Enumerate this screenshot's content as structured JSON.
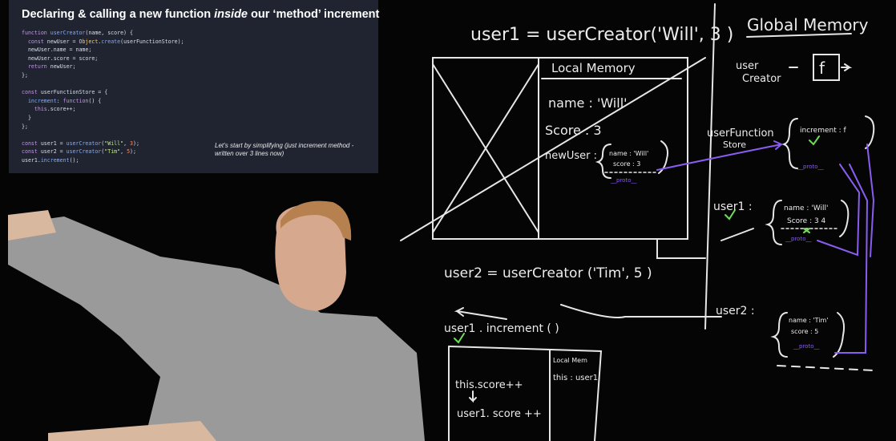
{
  "slide": {
    "title_part1": "Declaring & calling a new function ",
    "title_emph": "inside",
    "title_part2": " our ‘method’ increment",
    "code": {
      "l1": [
        {
          "t": "function ",
          "c": "kw"
        },
        {
          "t": "userCreator",
          "c": "fn"
        },
        {
          "t": "(name, score) {",
          "c": ""
        }
      ],
      "l2": [
        {
          "t": "  const ",
          "c": "kw"
        },
        {
          "t": "newUser = ",
          "c": ""
        },
        {
          "t": "Object",
          "c": "obj"
        },
        {
          "t": ".",
          "c": ""
        },
        {
          "t": "create",
          "c": "fn"
        },
        {
          "t": "(userFunctionStore);",
          "c": ""
        }
      ],
      "l3": [
        {
          "t": "  newUser.name = name;",
          "c": ""
        }
      ],
      "l4": [
        {
          "t": "  newUser.score = score;",
          "c": ""
        }
      ],
      "l5": [
        {
          "t": "  return ",
          "c": "kw"
        },
        {
          "t": "newUser;",
          "c": ""
        }
      ],
      "l6": [
        {
          "t": "};",
          "c": ""
        }
      ],
      "l7": [
        {
          "t": "",
          "c": ""
        }
      ],
      "l8": [
        {
          "t": "const ",
          "c": "kw"
        },
        {
          "t": "userFunctionStore = {",
          "c": ""
        }
      ],
      "l9": [
        {
          "t": "  increment",
          "c": "fn"
        },
        {
          "t": ": ",
          "c": ""
        },
        {
          "t": "function",
          "c": "kw"
        },
        {
          "t": "() {",
          "c": ""
        }
      ],
      "l10": [
        {
          "t": "    this",
          "c": "kw"
        },
        {
          "t": ".score++;",
          "c": ""
        }
      ],
      "l11": [
        {
          "t": "  }",
          "c": ""
        }
      ],
      "l12": [
        {
          "t": "};",
          "c": ""
        }
      ],
      "l13": [
        {
          "t": "",
          "c": ""
        }
      ],
      "l14": [
        {
          "t": "const ",
          "c": "kw"
        },
        {
          "t": "user1 = ",
          "c": ""
        },
        {
          "t": "userCreator",
          "c": "fn"
        },
        {
          "t": "(",
          "c": ""
        },
        {
          "t": "\"Will\"",
          "c": "str"
        },
        {
          "t": ", ",
          "c": ""
        },
        {
          "t": "3",
          "c": "num"
        },
        {
          "t": ");",
          "c": ""
        }
      ],
      "l15": [
        {
          "t": "const ",
          "c": "kw"
        },
        {
          "t": "user2 = ",
          "c": ""
        },
        {
          "t": "userCreator",
          "c": "fn"
        },
        {
          "t": "(",
          "c": ""
        },
        {
          "t": "\"Tim\"",
          "c": "str"
        },
        {
          "t": ", ",
          "c": ""
        },
        {
          "t": "5",
          "c": "num"
        },
        {
          "t": ");",
          "c": ""
        }
      ],
      "l16": [
        {
          "t": "user1.",
          "c": ""
        },
        {
          "t": "increment",
          "c": "fn"
        },
        {
          "t": "();",
          "c": ""
        }
      ]
    },
    "note": "Let’s start by simplifying (just increment method - written over 3 lines now)"
  },
  "board": {
    "user1_call": "user1 = userCreator('Will', 3 )",
    "global_memory": "Global Memory",
    "local_memory": "Local Memory",
    "name_row": "name : 'Will'",
    "score_row": "Score : 3",
    "newuser_label": "newUser :",
    "newuser_name": "name : 'Will'",
    "newuser_score": "score : 3",
    "newuser_proto": "__proto__",
    "user_creator_1": "user",
    "user_creator_2": "Creator",
    "f_box": "f",
    "ufs_1": "userFunction",
    "ufs_2": "Store",
    "increment_entry": "increment : f",
    "proto_ufs": "__proto__",
    "user1_label": "user1 :",
    "user1_name": "name : 'Will'",
    "user1_score": "Score : 3 4",
    "user1_proto": "__proto__",
    "user2_call": "user2 = userCreator ('Tim', 5 )",
    "user2_label": "user2 :",
    "user2_name": "name : 'Tim'",
    "user2_score": "score : 5",
    "user2_proto": "__proto__",
    "increment_call": "user1 . increment ( )",
    "local_mem_small": "Local Mem",
    "this_user1": "this : user1",
    "this_score": "this.score++",
    "user1_score_pp": "user1. score ++"
  },
  "colors": {
    "chalk": "#ececec",
    "purple": "#8a5cf0",
    "green": "#6fdc5a",
    "slide_bg": "#1f2430"
  }
}
